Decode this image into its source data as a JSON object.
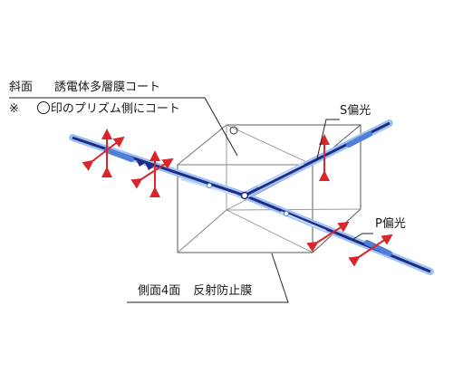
{
  "labels": {
    "slope_heading": "斜面",
    "slope_coating": "誘電体多層膜コート",
    "note_mark": "※",
    "note_text": "印のプリズム側にコート",
    "s_pol": "S偏光",
    "p_pol": "P偏光",
    "side_heading": "側面4面",
    "side_coating": "反射防止膜"
  },
  "colors": {
    "beam_dark": "#1f2a86",
    "beam_light": "#4f7fd6",
    "beam_glow": "#9fc3f0",
    "arrow_red": "#d8262b",
    "cube_line": "#5a5a5a",
    "leader_line": "#222222"
  }
}
